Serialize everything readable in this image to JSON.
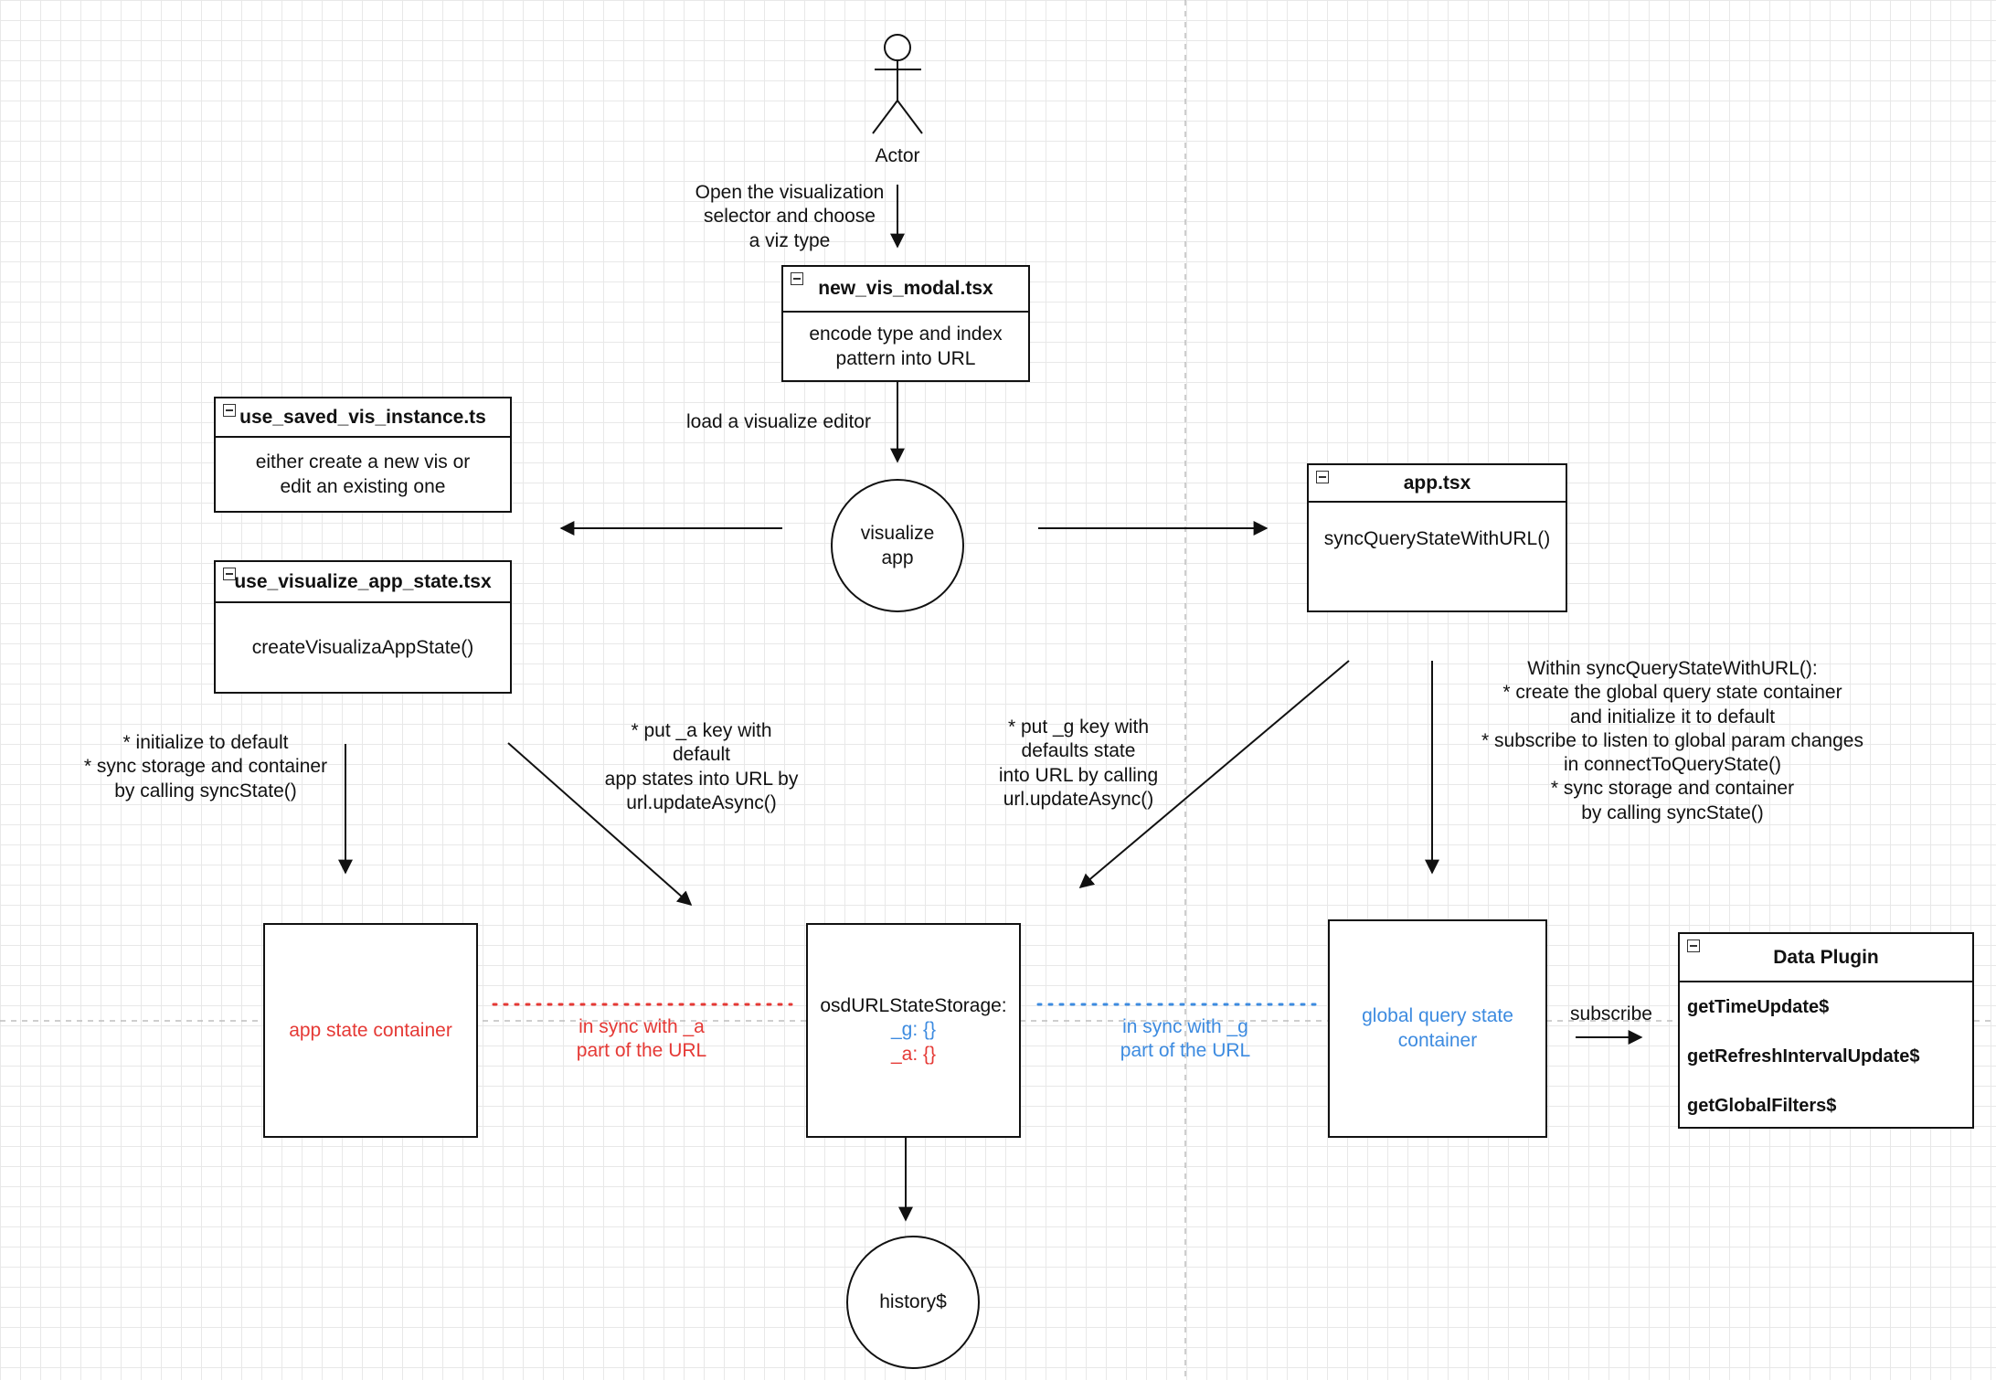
{
  "actor": {
    "label": "Actor"
  },
  "edges": {
    "open_selector": "Open the visualization\nselector and choose\na viz type",
    "load_editor": "load a visualize editor",
    "init_default": "* initialize to default\n* sync storage and container\nby calling syncState()",
    "put_a": "* put _a key with\ndefault\napp states into URL by\nurl.updateAsync()",
    "put_g": "* put _g key with\ndefaults state\ninto URL by calling\nurl.updateAsync()",
    "within_sync": "Within syncQueryStateWithURL():\n* create the global query state container\nand initialize it to default\n* subscribe to listen to global param changes\nin connectToQueryState()\n* sync storage and container\nby calling syncState()",
    "in_sync_a": "in sync with _a\npart of the URL",
    "in_sync_g": "in sync with _g\npart of the URL",
    "subscribe": "subscribe"
  },
  "nodes": {
    "new_vis_modal": {
      "title": "new_vis_modal.tsx",
      "body": "encode type and index\npattern into URL"
    },
    "use_saved_vis": {
      "title": "use_saved_vis_instance.ts",
      "body": "either create a new vis or\nedit an existing one"
    },
    "use_visualize_app_state": {
      "title": "use_visualize_app_state.tsx",
      "body": "createVisualizaAppState()"
    },
    "visualize_app": {
      "label": "visualize\napp"
    },
    "app_tsx": {
      "title": "app.tsx",
      "body": "syncQueryStateWithURL()"
    },
    "app_state_container": {
      "label": "app state container"
    },
    "osd_storage": {
      "title": "osdURLStateStorage:",
      "g": "_g: {}",
      "a": "_a: {}"
    },
    "global_state_container": {
      "label": "global query state\ncontainer"
    },
    "data_plugin": {
      "title": "Data Plugin",
      "items": [
        "getTimeUpdate$",
        "getRefreshIntervalUpdate$",
        "getGlobalFilters$"
      ]
    },
    "history": {
      "label": "history$"
    }
  },
  "colors": {
    "app_state": "#e53935",
    "global_state": "#3d8be0",
    "line": "#111111"
  }
}
